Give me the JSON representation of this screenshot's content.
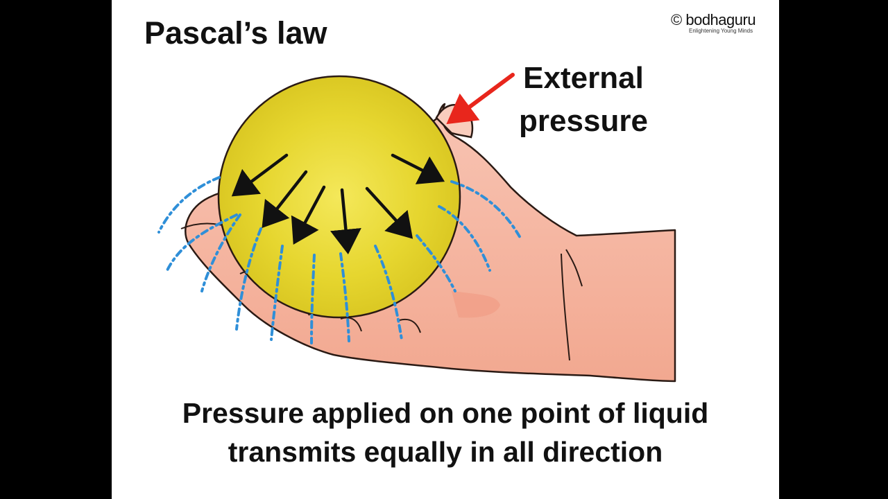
{
  "slide": {
    "title": "Pascal’s law",
    "annotation_line1": "External",
    "annotation_line2": "pressure",
    "caption_line1": "Pressure applied on one point of liquid",
    "caption_line2": "transmits equally in all direction"
  },
  "logo": {
    "copyright": "©",
    "text": "bodhaguru",
    "tagline": "Enlightening Young Minds"
  },
  "colors": {
    "ball": "#e6d62f",
    "hand": "#f6b9a6",
    "flow_lines": "#2f8fd8",
    "pointer_arrow": "#e8261c",
    "force_arrows": "#111111"
  },
  "icons": [
    "hand-illustration",
    "liquid-ball",
    "force-arrow",
    "pointer-arrow"
  ]
}
